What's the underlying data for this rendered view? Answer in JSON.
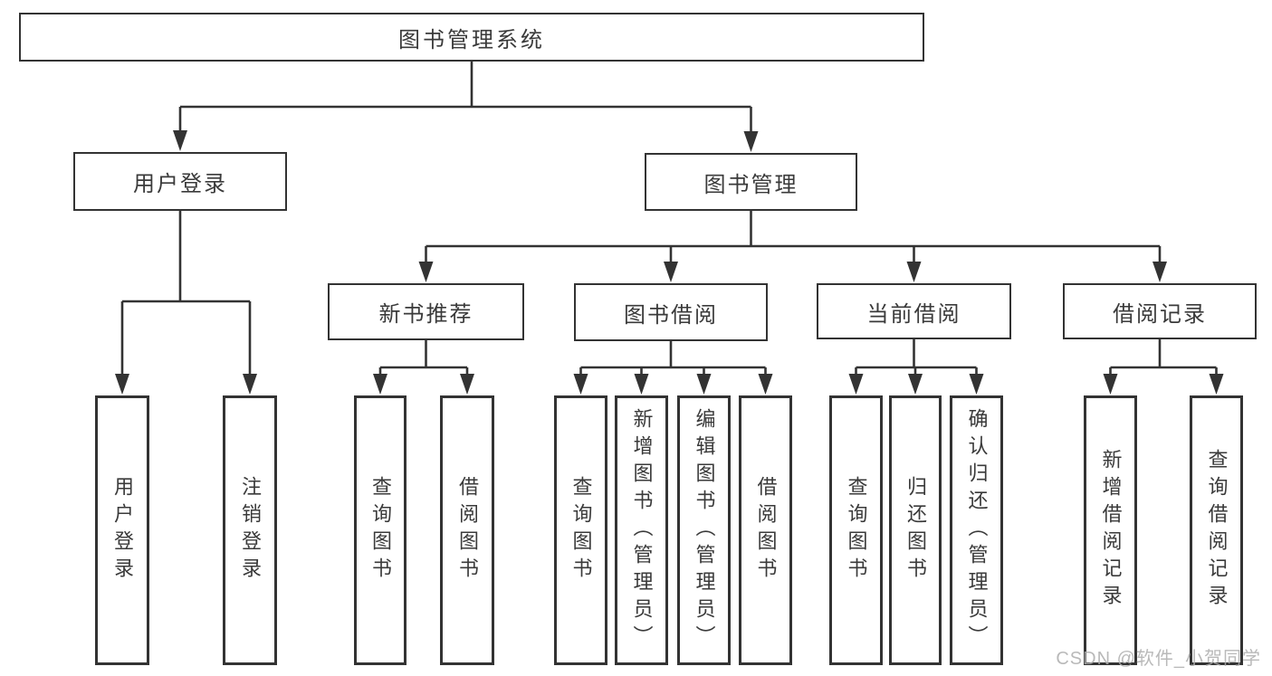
{
  "nodes": [
    {
      "id": "root",
      "label": "图书管理系统"
    },
    {
      "id": "user_login",
      "label": "用户登录"
    },
    {
      "id": "book_mgmt",
      "label": "图书管理"
    },
    {
      "id": "new_rec",
      "label": "新书推荐"
    },
    {
      "id": "book_borrow",
      "label": "图书借阅"
    },
    {
      "id": "cur_borrow",
      "label": "当前借阅"
    },
    {
      "id": "records",
      "label": "借阅记录"
    },
    {
      "id": "u1",
      "label": "用户登录"
    },
    {
      "id": "u2",
      "label": "注销登录"
    },
    {
      "id": "n1",
      "label": "查询图书"
    },
    {
      "id": "n2",
      "label": "借阅图书"
    },
    {
      "id": "b1",
      "label": "查询图书"
    },
    {
      "id": "b2",
      "label": "新增图书（管理员）"
    },
    {
      "id": "b3",
      "label": "编辑图书（管理员）"
    },
    {
      "id": "b4",
      "label": "借阅图书"
    },
    {
      "id": "c1",
      "label": "查询图书"
    },
    {
      "id": "c2",
      "label": "归还图书"
    },
    {
      "id": "c3",
      "label": "确认归还（管理员）"
    },
    {
      "id": "r1",
      "label": "新增借阅记录"
    },
    {
      "id": "r2",
      "label": "查询借阅记录"
    }
  ],
  "edges": [
    {
      "parent": "root",
      "children": [
        "user_login",
        "book_mgmt"
      ]
    },
    {
      "parent": "user_login",
      "children": [
        "u1",
        "u2"
      ]
    },
    {
      "parent": "book_mgmt",
      "children": [
        "new_rec",
        "book_borrow",
        "cur_borrow",
        "records"
      ]
    },
    {
      "parent": "new_rec",
      "children": [
        "n1",
        "n2"
      ]
    },
    {
      "parent": "book_borrow",
      "children": [
        "b1",
        "b2",
        "b3",
        "b4"
      ]
    },
    {
      "parent": "cur_borrow",
      "children": [
        "c1",
        "c2",
        "c3"
      ]
    },
    {
      "parent": "records",
      "children": [
        "r1",
        "r2"
      ]
    }
  ],
  "watermark": "CSDN @软件_小贺同学",
  "colors": {
    "line": "#333333",
    "text": "#3a3a3a",
    "box_background": "#ffffff",
    "watermark": "#adadad"
  }
}
